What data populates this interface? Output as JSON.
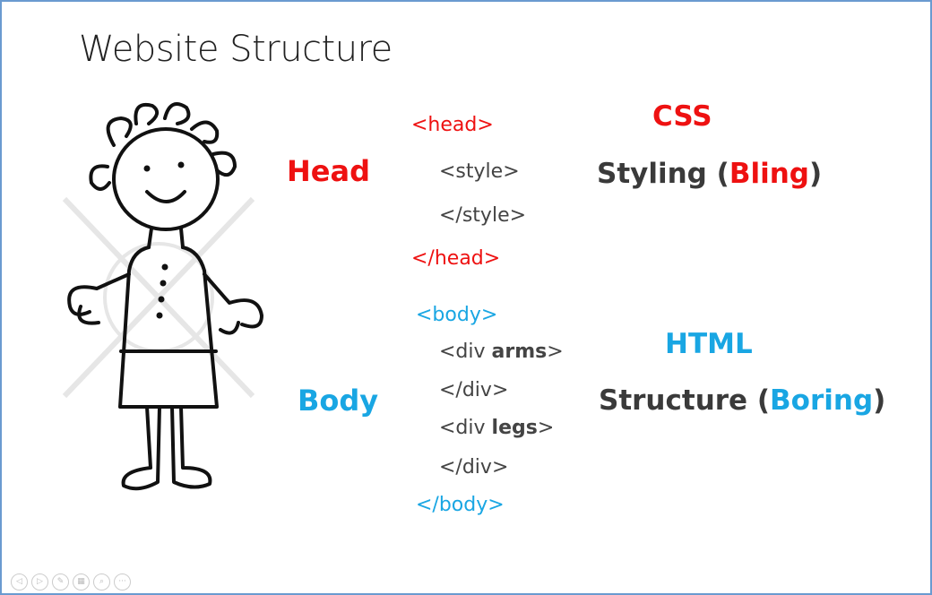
{
  "title": "Website Structure",
  "labels": {
    "head": "Head",
    "body": "Body"
  },
  "code": {
    "head_open": "<head>",
    "style_open": "<style>",
    "style_close": "</style>",
    "head_close": "</head>",
    "body_open": "<body>",
    "div_prefix": "<div ",
    "div_suffix": ">",
    "arms": "arms",
    "legs": "legs",
    "div_close": "</div>",
    "body_close": "</body>"
  },
  "css": {
    "name": "CSS",
    "desc_before": "Styling (",
    "desc_emphasis": "Bling",
    "desc_after": ")"
  },
  "html": {
    "name": "HTML",
    "desc_before": "Structure (",
    "desc_emphasis": "Boring",
    "desc_after": ")"
  },
  "controls": [
    {
      "icon": "previous-slide-icon",
      "glyph": "◁"
    },
    {
      "icon": "next-slide-icon",
      "glyph": "▷"
    },
    {
      "icon": "pen-icon",
      "glyph": "✎"
    },
    {
      "icon": "all-slides-icon",
      "glyph": "▦"
    },
    {
      "icon": "zoom-icon",
      "glyph": "⌕"
    },
    {
      "icon": "more-options-icon",
      "glyph": "···"
    }
  ],
  "colors": {
    "red": "#ee1111",
    "blue": "#19a6e3",
    "dark": "#3a3a3a",
    "border": "#6a9ad0"
  }
}
